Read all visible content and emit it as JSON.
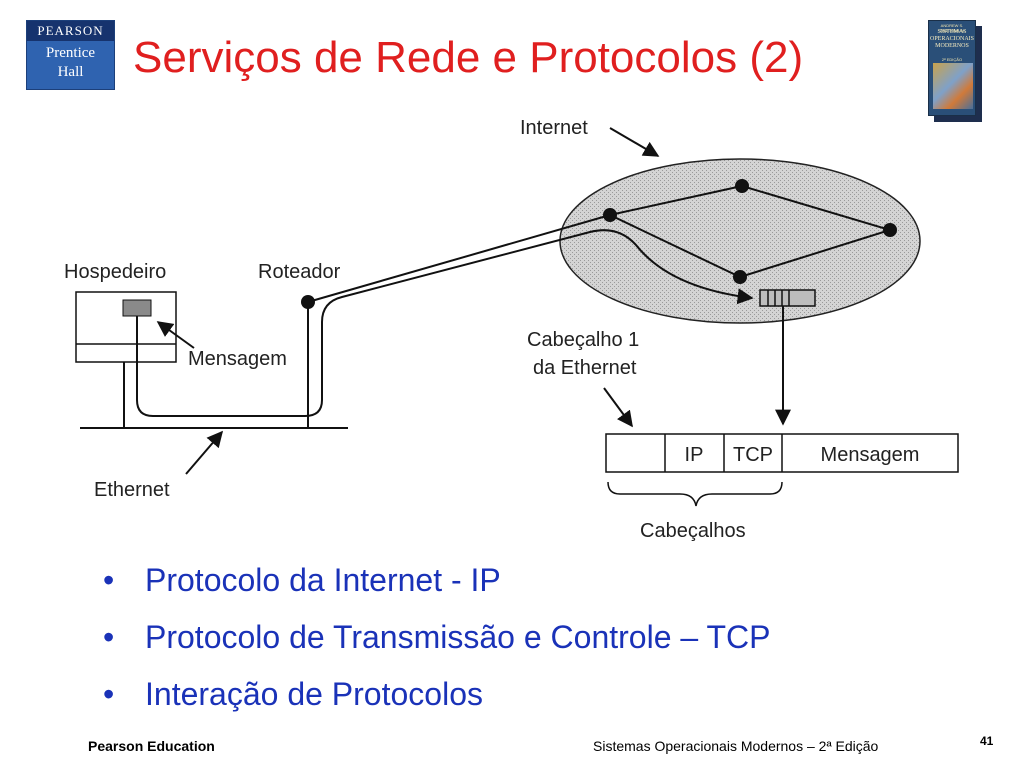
{
  "title": "Serviços de Rede e Protocolos (2)",
  "logo": {
    "line1": "PEARSON",
    "line2": "Prentice",
    "line3": "Hall"
  },
  "book": {
    "author": "ANDREW S. TANENBAUM",
    "title_lines": [
      "SISTEMAS",
      "OPERACIONAIS",
      "MODERNOS"
    ],
    "edition": "2ª EDIÇÃO"
  },
  "diagram": {
    "internet_label": "Internet",
    "host_label": "Hospedeiro",
    "router_label": "Roteador",
    "message_label": "Mensagem",
    "ethernet_label": "Ethernet",
    "ethernet_header_line1": "Cabeçalho 1",
    "ethernet_header_line2": "da Ethernet",
    "packet_fields": [
      "",
      "IP",
      "TCP",
      "Mensagem"
    ],
    "headers_label": "Cabeçalhos"
  },
  "bullets": [
    "Protocolo da Internet - IP",
    "Protocolo de Transmissão e Controle – TCP",
    "Interação de Protocolos"
  ],
  "bullet_char": "•",
  "footer": {
    "left": "Pearson Education",
    "right": "Sistemas Operacionais Modernos – 2ª Edição",
    "page": "41"
  },
  "colors": {
    "title": "#e01f1f",
    "bullets": "#1a32b8",
    "internet_fill": "#cfcfcf"
  }
}
